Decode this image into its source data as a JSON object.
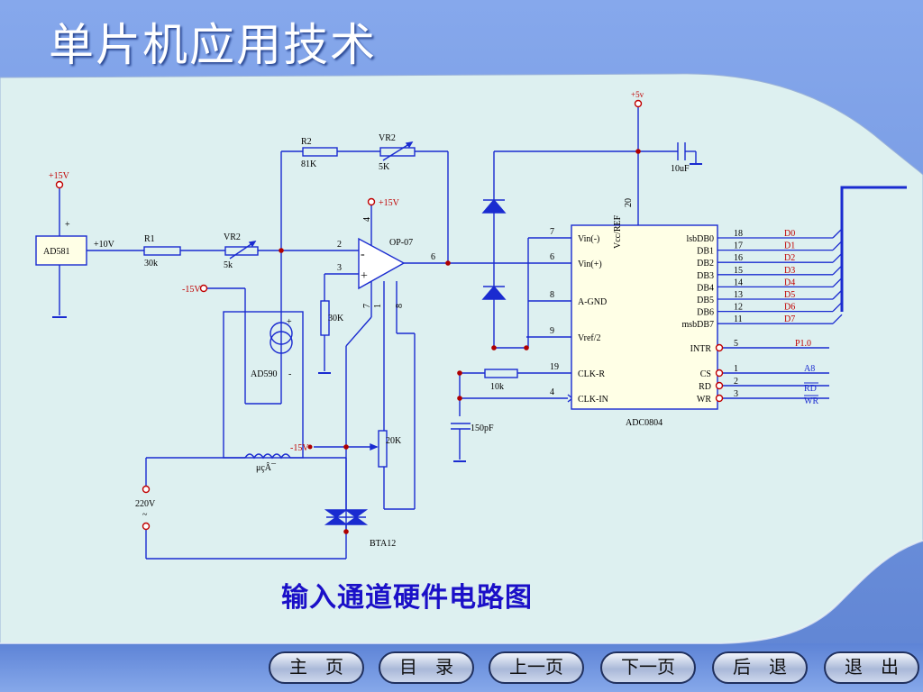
{
  "title": "单片机应用技术",
  "caption": "输入通道硬件电路图",
  "colors": {
    "wire": "#1a2bd0",
    "label": "#000000",
    "accent_label": "#c00000",
    "node": "#b00000",
    "panel": "#dff0f0",
    "header": "#6f93dc"
  },
  "nav": [
    {
      "name": "nav-home-button",
      "label": "主　页"
    },
    {
      "name": "nav-contents-button",
      "label": "目　录"
    },
    {
      "name": "nav-prev-button",
      "label": "上一页"
    },
    {
      "name": "nav-next-button",
      "label": "下一页"
    },
    {
      "name": "nav-back-button",
      "label": "后　退"
    },
    {
      "name": "nav-exit-button",
      "label": "退　出"
    }
  ],
  "circuit": {
    "ad581": {
      "name": "AD581",
      "plus": "+",
      "supply": "+15V"
    },
    "r1": {
      "name": "R1",
      "value": "30k"
    },
    "vr2_in": {
      "name": "VR2",
      "value": "5k"
    },
    "r2": {
      "name": "R2",
      "value": "81K"
    },
    "vr2_fb": {
      "name": "VR2",
      "value": "5K"
    },
    "v10": "+10V",
    "opamp": {
      "name": "OP-07",
      "supply": "+15V",
      "pin4": "4",
      "pin2": "2",
      "pin3": "3",
      "pin6": "6",
      "pin7": "7",
      "pin1": "1",
      "pin8": "8",
      "minus": "-",
      "plus": "+"
    },
    "r30k": "30K",
    "neg15_top": "-15V",
    "ad590": {
      "name": "AD590",
      "plus": "+",
      "minus": "-"
    },
    "heater": "μçÂ¯",
    "ac": {
      "name": "220V",
      "sym": "~"
    },
    "neg15_bottom": "-15V",
    "pot20k": "20K",
    "triac": "BTA12",
    "supply5v": "+5v",
    "cap10": "10uF",
    "cap150": "150pF",
    "r10k": "10k",
    "adc": {
      "name": "ADC0804",
      "pin20": "20",
      "vcc": "Vcc/REF",
      "left_pins": [
        {
          "num": "7",
          "label": "Vin(-)"
        },
        {
          "num": "6",
          "label": "Vin(+)"
        },
        {
          "num": "8",
          "label": "A-GND"
        },
        {
          "num": "9",
          "label": "Vref/2"
        },
        {
          "num": "19",
          "label": "CLK-R"
        },
        {
          "num": "4",
          "label": "CLK-IN"
        }
      ],
      "right_pins": [
        {
          "num": "18",
          "label": "lsbDB0",
          "net": "D0"
        },
        {
          "num": "17",
          "label": "DB1",
          "net": "D1"
        },
        {
          "num": "16",
          "label": "DB2",
          "net": "D2"
        },
        {
          "num": "15",
          "label": "DB3",
          "net": "D3"
        },
        {
          "num": "14",
          "label": "DB4",
          "net": "D4"
        },
        {
          "num": "13",
          "label": "DB5",
          "net": "D5"
        },
        {
          "num": "12",
          "label": "DB6",
          "net": "D6"
        },
        {
          "num": "11",
          "label": "msbDB7",
          "net": "D7"
        }
      ],
      "ctrl_pins": [
        {
          "num": "5",
          "label": "INTR",
          "net": "P1.0"
        },
        {
          "num": "1",
          "label": "CS",
          "net": "A8"
        },
        {
          "num": "2",
          "label": "RD",
          "net": "RD"
        },
        {
          "num": "3",
          "label": "WR",
          "net": "WR"
        }
      ]
    }
  }
}
